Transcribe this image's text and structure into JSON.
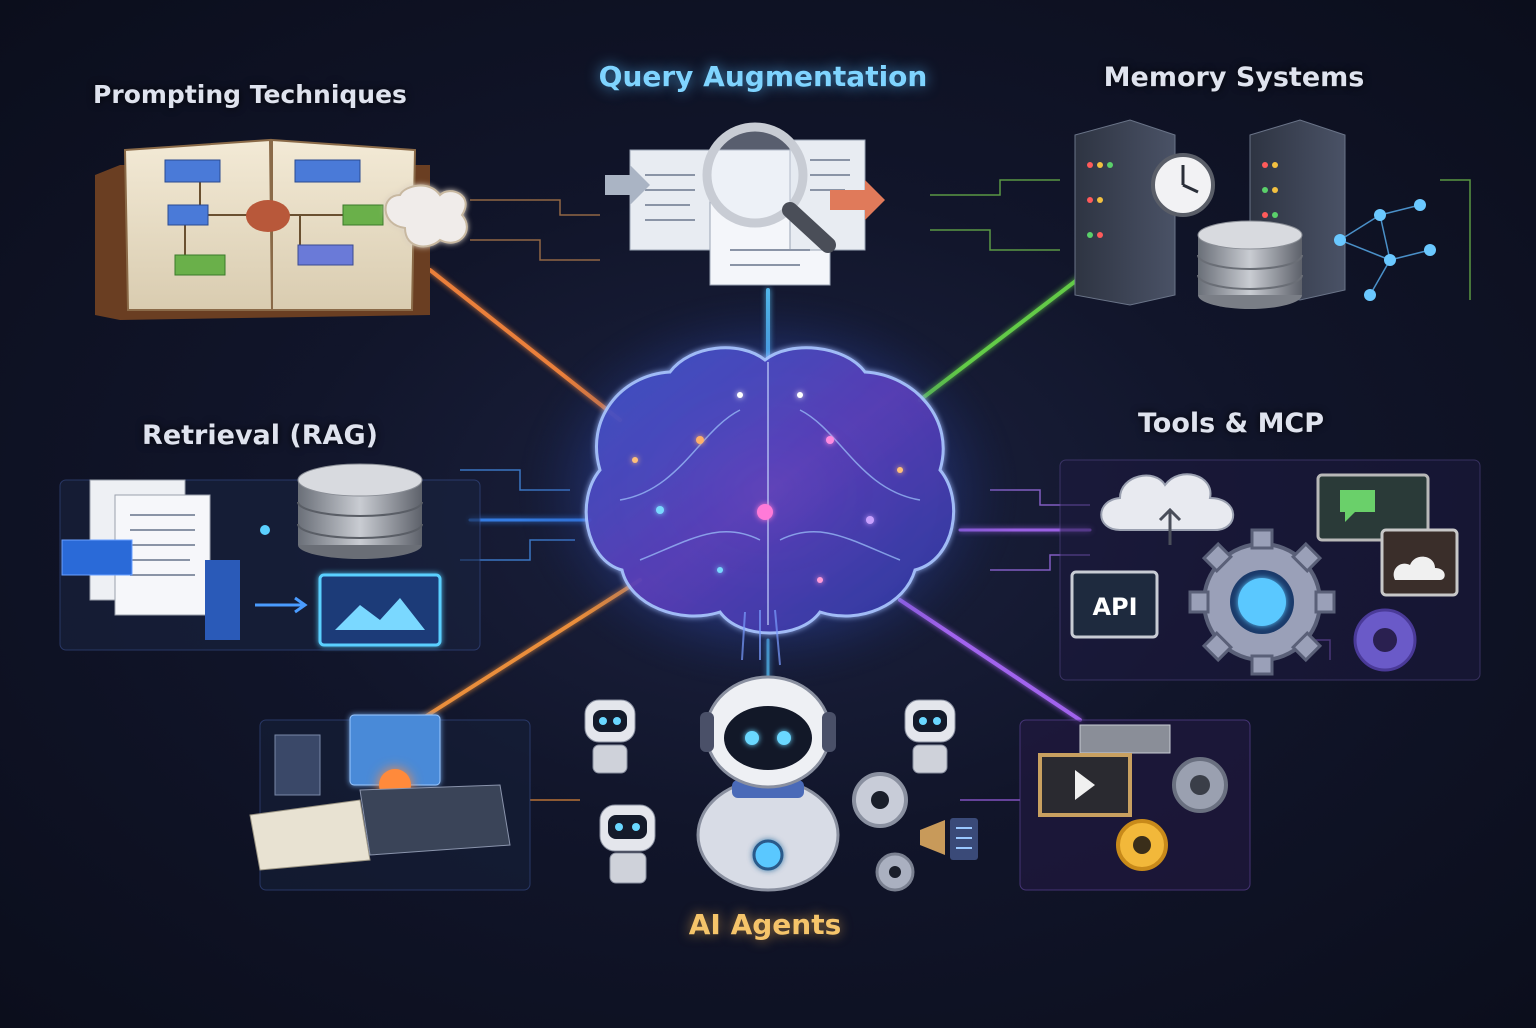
{
  "center": {
    "name": "brain-hub"
  },
  "colors": {
    "background": "#0d1020",
    "prompting_beam": "#ff8a3c",
    "query_beam": "#5ac8ff",
    "memory_beam": "#6cdc4a",
    "retrieval_beam": "#3a8cff",
    "tools_beam": "#b06cff",
    "agents_beam": "#ff9a3c"
  },
  "nodes": {
    "prompting": {
      "label": "Prompting Techniques",
      "icon": "book-flowchart-icon"
    },
    "query": {
      "label": "Query Augmentation",
      "icon": "magnifier-documents-icon"
    },
    "memory": {
      "label": "Memory Systems",
      "icon": "server-clock-database-icon"
    },
    "retrieval": {
      "label": "Retrieval (RAG)",
      "icon": "documents-database-icon"
    },
    "tools": {
      "label": "Tools & MCP",
      "icon": "cloud-api-gear-icon",
      "api_text": "API"
    },
    "agents": {
      "label": "AI Agents",
      "icon": "robots-icon"
    }
  }
}
